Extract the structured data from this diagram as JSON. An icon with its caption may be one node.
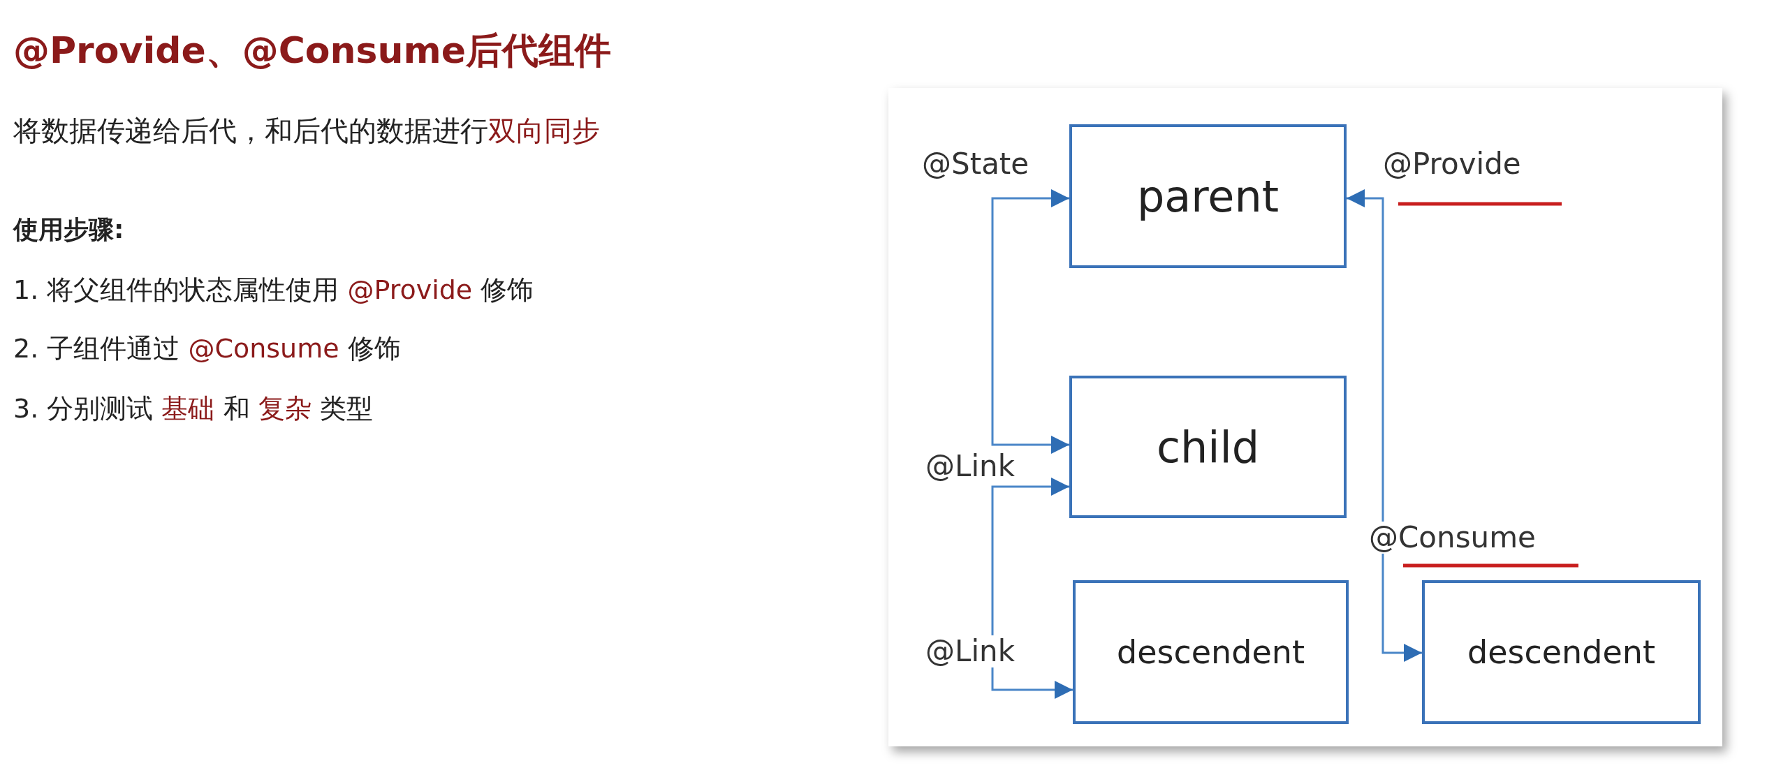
{
  "diagram": {
    "title": "@Provide、@Consume后代组件",
    "nodes": [
      {
        "text": [
          "parent"
        ],
        "beside": [
          "@State",
          "@Provide"
        ]
      },
      {
        "text": [
          "child"
        ],
        "beside": [
          "@Link"
        ]
      },
      {
        "text": [
          "descendent"
        ],
        "beside": [
          "@Link"
        ]
      },
      {
        "text": [
          "descendent"
        ],
        "beside": [
          "@Consume"
        ]
      }
    ],
    "edges": [
      {
        "from": 1,
        "to": 0,
        "arrow": "both"
      },
      {
        "from": 1,
        "to": 2,
        "arrow": "both"
      },
      {
        "from": 0,
        "to": 3,
        "arrow": "both"
      }
    ],
    "labels": [
      "将数据传递给后代，和后代的数据进行**双向同步**",
      "使用步骤:",
      "1. 将父组件的状态属性使用 **@Provide** 修饰",
      "2. 子组件通过 **@Consume** 修饰",
      "3. 分别测试 **基础** 和 **复杂** 类型"
    ]
  }
}
